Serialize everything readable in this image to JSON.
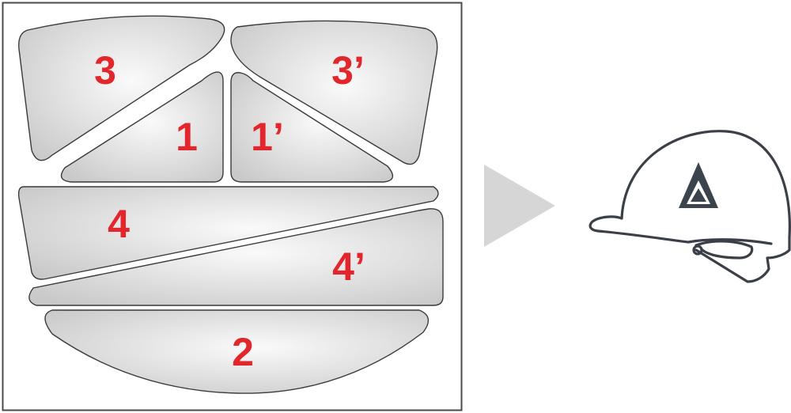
{
  "pieces": [
    {
      "id": "3",
      "label": "3"
    },
    {
      "id": "3-prime",
      "label": "3’"
    },
    {
      "id": "1",
      "label": "1"
    },
    {
      "id": "1-prime",
      "label": "1’"
    },
    {
      "id": "4",
      "label": "4"
    },
    {
      "id": "4-prime",
      "label": "4’"
    },
    {
      "id": "2",
      "label": "2"
    }
  ],
  "colors": {
    "label": "#e2262c",
    "piece_outline": "#3a3a3a",
    "piece_fill_light": "#fafafa",
    "piece_fill_dark": "#c9c9c9",
    "panel_border": "#4a4a4a",
    "arrow": "#d6d6d6",
    "helmet_outline": "#3b3f47",
    "logo": "#3b434d"
  },
  "icons": {
    "arrow": "right-triangle-arrow-icon",
    "helmet": "hard-hat-helmet-icon",
    "logo": "triangle-logo-icon"
  }
}
